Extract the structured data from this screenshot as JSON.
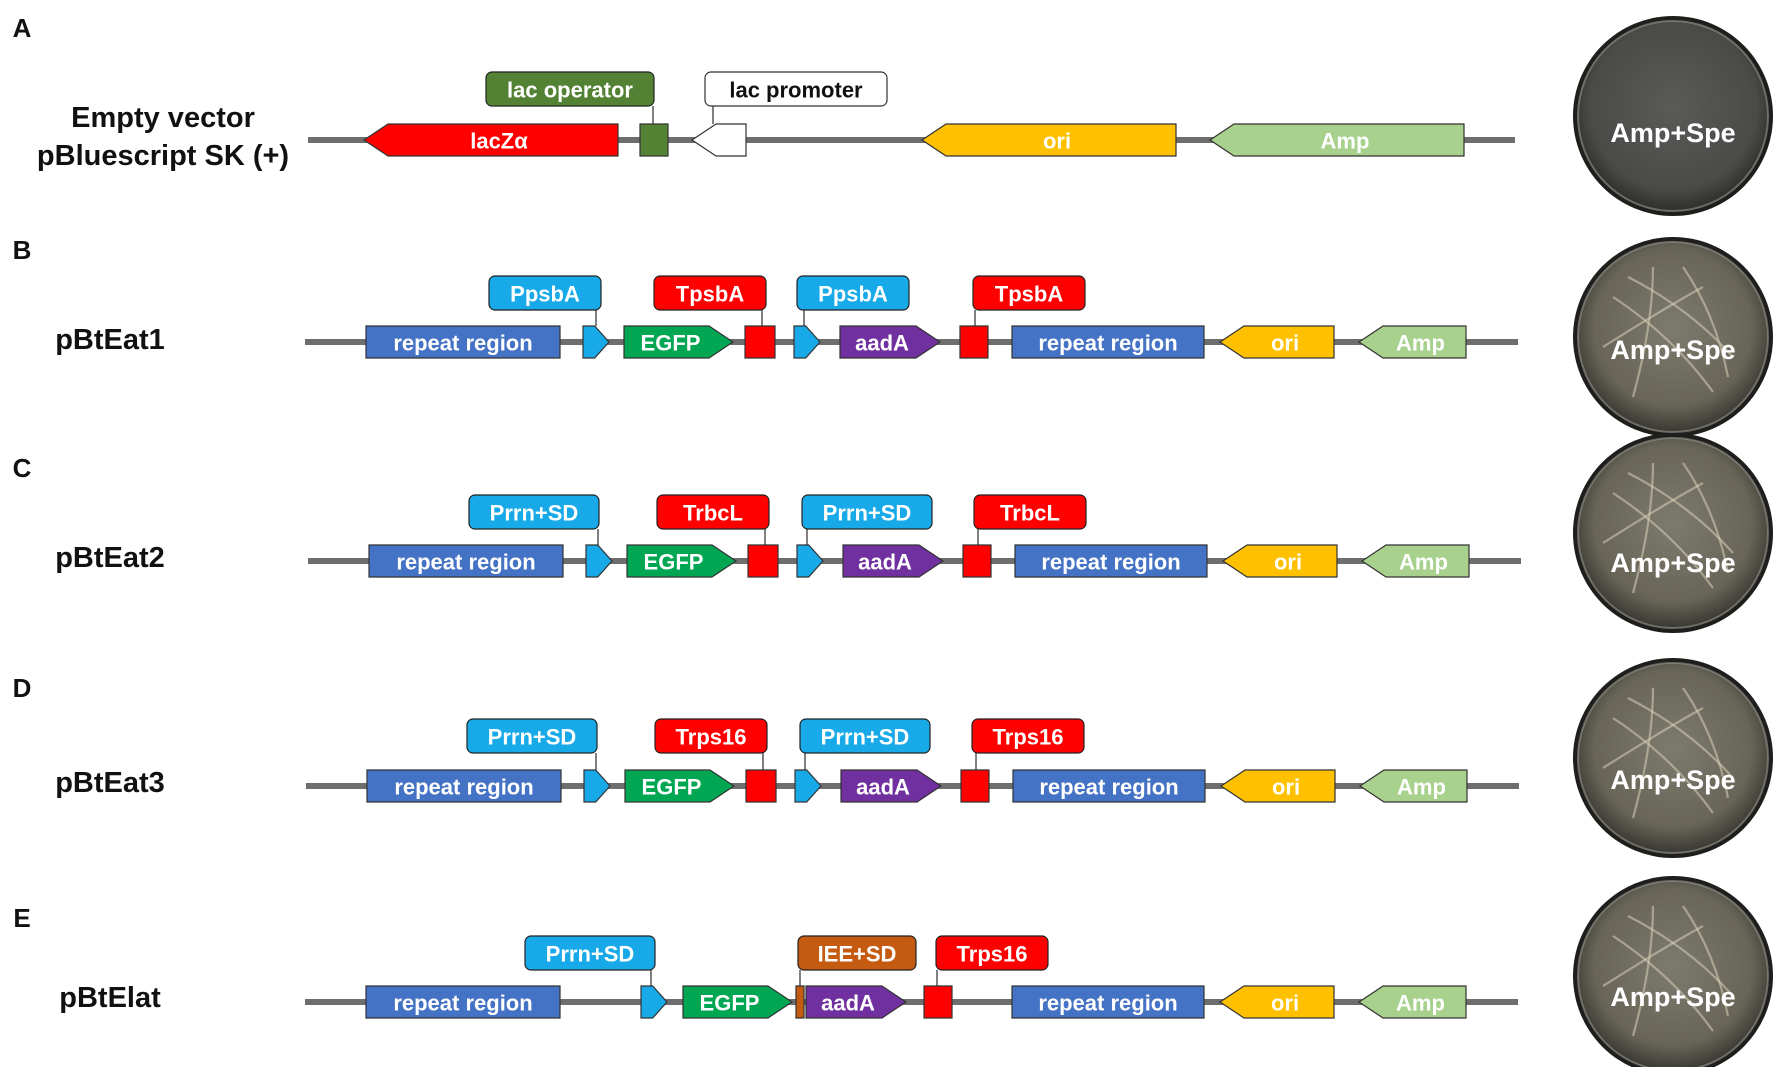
{
  "colors": {
    "backbone": "#6e6e6e",
    "red": "#ff0000",
    "blue": "#4472c4",
    "cyan": "#17a9e8",
    "green": "#00a651",
    "purple": "#7030a0",
    "orange": "#ffc000",
    "lightgreen": "#a9d18e",
    "darkgreen": "#548235",
    "brown": "#c55a11",
    "white": "#ffffff"
  },
  "panels": [
    {
      "letter": "A",
      "name": [
        "Empty vector",
        "pBluescript SK (+)"
      ],
      "plate_label": "Amp+Spe",
      "features": [
        {
          "label": "lacZα",
          "color": "red",
          "shape": "arrow-left"
        },
        {
          "label": "",
          "color": "darkgreen",
          "shape": "box"
        },
        {
          "label": "",
          "color": "white",
          "shape": "arrow-left"
        },
        {
          "label": "ori",
          "color": "orange",
          "shape": "arrow-left"
        },
        {
          "label": "Amp",
          "color": "lightgreen",
          "shape": "arrow-left"
        }
      ],
      "callouts": [
        {
          "label": "lac operator",
          "color": "darkgreen"
        },
        {
          "label": "lac promoter",
          "color": "white"
        }
      ]
    },
    {
      "letter": "B",
      "name": [
        "pBtEat1"
      ],
      "plate_label": "Amp+Spe",
      "features": [
        {
          "label": "repeat region",
          "color": "blue",
          "shape": "box"
        },
        {
          "label": "",
          "color": "cyan",
          "shape": "arrow-right"
        },
        {
          "label": "EGFP",
          "color": "green",
          "shape": "arrow-right"
        },
        {
          "label": "",
          "color": "red",
          "shape": "box"
        },
        {
          "label": "",
          "color": "cyan",
          "shape": "arrow-right"
        },
        {
          "label": "aadA",
          "color": "purple",
          "shape": "arrow-right"
        },
        {
          "label": "",
          "color": "red",
          "shape": "box"
        },
        {
          "label": "repeat region",
          "color": "blue",
          "shape": "box"
        },
        {
          "label": "ori",
          "color": "orange",
          "shape": "arrow-left"
        },
        {
          "label": "Amp",
          "color": "lightgreen",
          "shape": "arrow-left"
        }
      ],
      "callouts": [
        {
          "label": "PpsbA",
          "color": "cyan"
        },
        {
          "label": "TpsbA",
          "color": "red"
        },
        {
          "label": "PpsbA",
          "color": "cyan"
        },
        {
          "label": "TpsbA",
          "color": "red"
        }
      ]
    },
    {
      "letter": "C",
      "name": [
        "pBtEat2"
      ],
      "plate_label": "Amp+Spe",
      "features": [
        {
          "label": "repeat region",
          "color": "blue",
          "shape": "box"
        },
        {
          "label": "",
          "color": "cyan",
          "shape": "arrow-right"
        },
        {
          "label": "EGFP",
          "color": "green",
          "shape": "arrow-right"
        },
        {
          "label": "",
          "color": "red",
          "shape": "box"
        },
        {
          "label": "",
          "color": "cyan",
          "shape": "arrow-right"
        },
        {
          "label": "aadA",
          "color": "purple",
          "shape": "arrow-right"
        },
        {
          "label": "",
          "color": "red",
          "shape": "box"
        },
        {
          "label": "repeat region",
          "color": "blue",
          "shape": "box"
        },
        {
          "label": "ori",
          "color": "orange",
          "shape": "arrow-left"
        },
        {
          "label": "Amp",
          "color": "lightgreen",
          "shape": "arrow-left"
        }
      ],
      "callouts": [
        {
          "label": "Prrn+SD",
          "color": "cyan"
        },
        {
          "label": "TrbcL",
          "color": "red"
        },
        {
          "label": "Prrn+SD",
          "color": "cyan"
        },
        {
          "label": "TrbcL",
          "color": "red"
        }
      ]
    },
    {
      "letter": "D",
      "name": [
        "pBtEat3"
      ],
      "plate_label": "Amp+Spe",
      "features": [
        {
          "label": "repeat region",
          "color": "blue",
          "shape": "box"
        },
        {
          "label": "",
          "color": "cyan",
          "shape": "arrow-right"
        },
        {
          "label": "EGFP",
          "color": "green",
          "shape": "arrow-right"
        },
        {
          "label": "",
          "color": "red",
          "shape": "box"
        },
        {
          "label": "",
          "color": "cyan",
          "shape": "arrow-right"
        },
        {
          "label": "aadA",
          "color": "purple",
          "shape": "arrow-right"
        },
        {
          "label": "",
          "color": "red",
          "shape": "box"
        },
        {
          "label": "repeat region",
          "color": "blue",
          "shape": "box"
        },
        {
          "label": "ori",
          "color": "orange",
          "shape": "arrow-left"
        },
        {
          "label": "Amp",
          "color": "lightgreen",
          "shape": "arrow-left"
        }
      ],
      "callouts": [
        {
          "label": "Prrn+SD",
          "color": "cyan"
        },
        {
          "label": "Trps16",
          "color": "red"
        },
        {
          "label": "Prrn+SD",
          "color": "cyan"
        },
        {
          "label": "Trps16",
          "color": "red"
        }
      ]
    },
    {
      "letter": "E",
      "name": [
        "pBtElat"
      ],
      "plate_label": "Amp+Spe",
      "features": [
        {
          "label": "repeat region",
          "color": "blue",
          "shape": "box"
        },
        {
          "label": "",
          "color": "cyan",
          "shape": "arrow-right"
        },
        {
          "label": "EGFP",
          "color": "green",
          "shape": "arrow-right"
        },
        {
          "label": "",
          "color": "brown",
          "shape": "box"
        },
        {
          "label": "aadA",
          "color": "purple",
          "shape": "arrow-right"
        },
        {
          "label": "",
          "color": "red",
          "shape": "box"
        },
        {
          "label": "repeat region",
          "color": "blue",
          "shape": "box"
        },
        {
          "label": "ori",
          "color": "orange",
          "shape": "arrow-left"
        },
        {
          "label": "Amp",
          "color": "lightgreen",
          "shape": "arrow-left"
        }
      ],
      "callouts": [
        {
          "label": "Prrn+SD",
          "color": "cyan"
        },
        {
          "label": "IEE+SD",
          "color": "brown"
        },
        {
          "label": "Trps16",
          "color": "red"
        }
      ]
    }
  ]
}
